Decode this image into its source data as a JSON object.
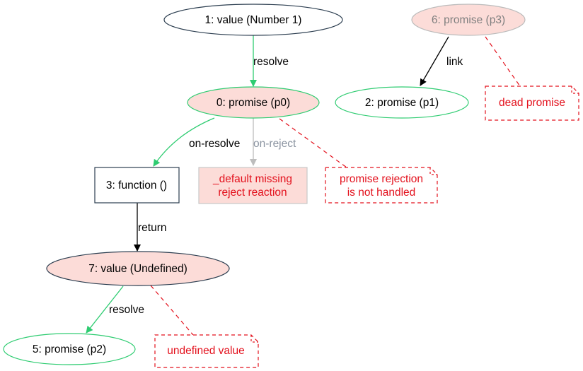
{
  "nodes": {
    "n1": "1: value (Number 1)",
    "n0": "0: promise (p0)",
    "n6": "6: promise (p3)",
    "n2": "2: promise (p1)",
    "n3": "3: function ()",
    "n7": "7: value (Undefined)",
    "n5": "5: promise (p2)",
    "default_line1": "_default missing",
    "default_line2": "reject reaction"
  },
  "notes": {
    "dead": "dead promise",
    "rejection_line1": "promise rejection",
    "rejection_line2": "is not handled",
    "undefined": "undefined value"
  },
  "edges": {
    "resolve_top": "resolve",
    "link": "link",
    "on_resolve": "on-resolve",
    "on_reject": "on-reject",
    "return": "return",
    "resolve_bottom": "resolve"
  },
  "colors": {
    "green": "#2ecc71",
    "red": "#e3101c",
    "pink_fill": "#fcdcd8",
    "navy_stroke": "#2c3e50",
    "gray_edge": "#bdbdbd",
    "gray_text": "#8a93a0"
  }
}
